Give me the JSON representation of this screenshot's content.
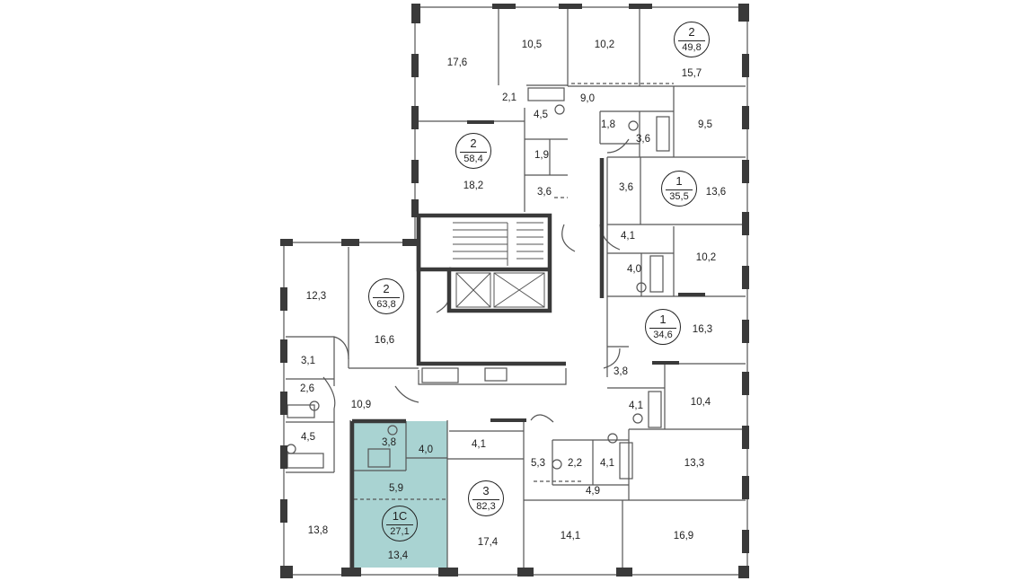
{
  "apartments": [
    {
      "id": "apt-top-right",
      "rooms": "2",
      "area": "49,8"
    },
    {
      "id": "apt-top-left",
      "rooms": "2",
      "area": "58,4"
    },
    {
      "id": "apt-right-upper",
      "rooms": "1",
      "area": "35,5"
    },
    {
      "id": "apt-left",
      "rooms": "2",
      "area": "63,8"
    },
    {
      "id": "apt-right-lower",
      "rooms": "1",
      "area": "34,6"
    },
    {
      "id": "apt-bottom-middle",
      "rooms": "3",
      "area": "82,3"
    },
    {
      "id": "apt-studio",
      "rooms": "1С",
      "area": "27,1",
      "highlighted": true
    }
  ],
  "room_areas": [
    "17,6",
    "10,5",
    "10,2",
    "15,7",
    "2,1",
    "4,5",
    "9,0",
    "1,8",
    "3,6",
    "9,5",
    "1,9",
    "18,2",
    "3,6",
    "3,6",
    "13,6",
    "4,1",
    "4,0",
    "10,2",
    "12,3",
    "16,6",
    "16,3",
    "3,1",
    "3,8",
    "2,6",
    "10,9",
    "10,4",
    "4,1",
    "3,8",
    "4,5",
    "4,0",
    "4,1",
    "5,3",
    "2,2",
    "4,1",
    "13,3",
    "5,9",
    "4,9",
    "13,8",
    "17,4",
    "14,1",
    "16,9",
    "13,4"
  ],
  "colors": {
    "wall": "#3a3a3a",
    "thin_line": "#555555",
    "highlight": "#a9d3d2",
    "background": "#ffffff"
  }
}
